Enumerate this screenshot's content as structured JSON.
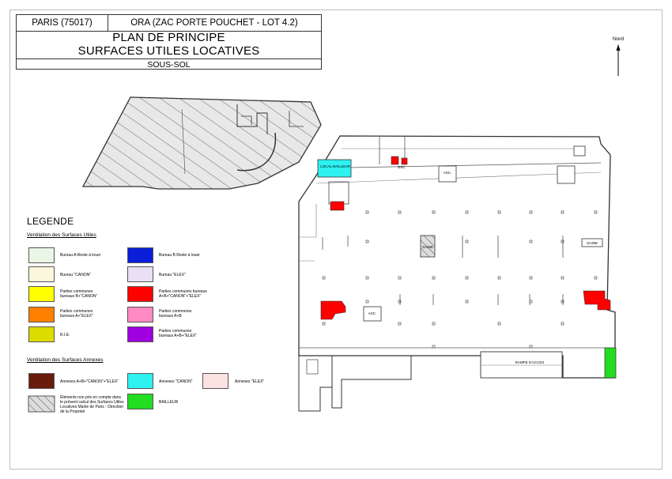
{
  "title_block": {
    "city": "PARIS (75017)",
    "project": "ORA (ZAC PORTE POUCHET - LOT 4.2)",
    "title_line1": "PLAN DE PRINCIPE",
    "title_line2": "SURFACES UTILES LOCATIVES",
    "level": "SOUS-SOL"
  },
  "north": {
    "label": "Nord"
  },
  "legend": {
    "title": "LEGENDE",
    "section_useful": "Ventilation des Surfaces Utiles",
    "section_annex": "Ventilation des Surfaces Annexes",
    "useful_items": [
      {
        "label": "Bureau A Reste à louer",
        "color": "#eaf7e6"
      },
      {
        "label": "Bureau B Reste à louer",
        "color": "#0a1fd8"
      },
      {
        "label": "Bureau \"CANON\"",
        "color": "#fbf7dc"
      },
      {
        "label": "Bureau \"ELEX\"",
        "color": "#e9e0f4"
      },
      {
        "label": "Parties communes bureaux B+\"CANON\"",
        "color": "#ffff00"
      },
      {
        "label": "Parties communes bureaux A+B+\"CANON\"+\"ELEX\"",
        "color": "#ff0000"
      },
      {
        "label": "Parties communes bureaux A+\"ELEX\"",
        "color": "#ff7f00"
      },
      {
        "label": "Parties communes bureaux A+B",
        "color": "#ff8ac4"
      },
      {
        "label": "R.I.E.",
        "color": "#dcdc00"
      },
      {
        "label": "Parties communes bureaux A+B+\"ELEX\"",
        "color": "#a000e0"
      }
    ],
    "annex_items": [
      {
        "label": "Annexes A+B+\"CANON\"+\"ELEX\"",
        "color": "#6a1c0c"
      },
      {
        "label": "Annexes \"CANON\"",
        "color": "#2ef2f2"
      },
      {
        "label": "Annexes \"ELEX\"",
        "color": "#fde2e2"
      },
      {
        "label": "Eléments non pris en compte dans le présent calcul des Surfaces Utiles Locatives Mairie de Paris - Direction de la Propreté",
        "color": "#ffffff"
      },
      {
        "label": "BAILLEUR",
        "color": "#22dd22"
      }
    ]
  },
  "plan_labels": {
    "local_bailleur": "LOCAL BAILLEUR",
    "esc": "ESC",
    "asc": "ASC.",
    "gaine": "GAINE",
    "rampe": "RAMPE D'ACCES"
  }
}
